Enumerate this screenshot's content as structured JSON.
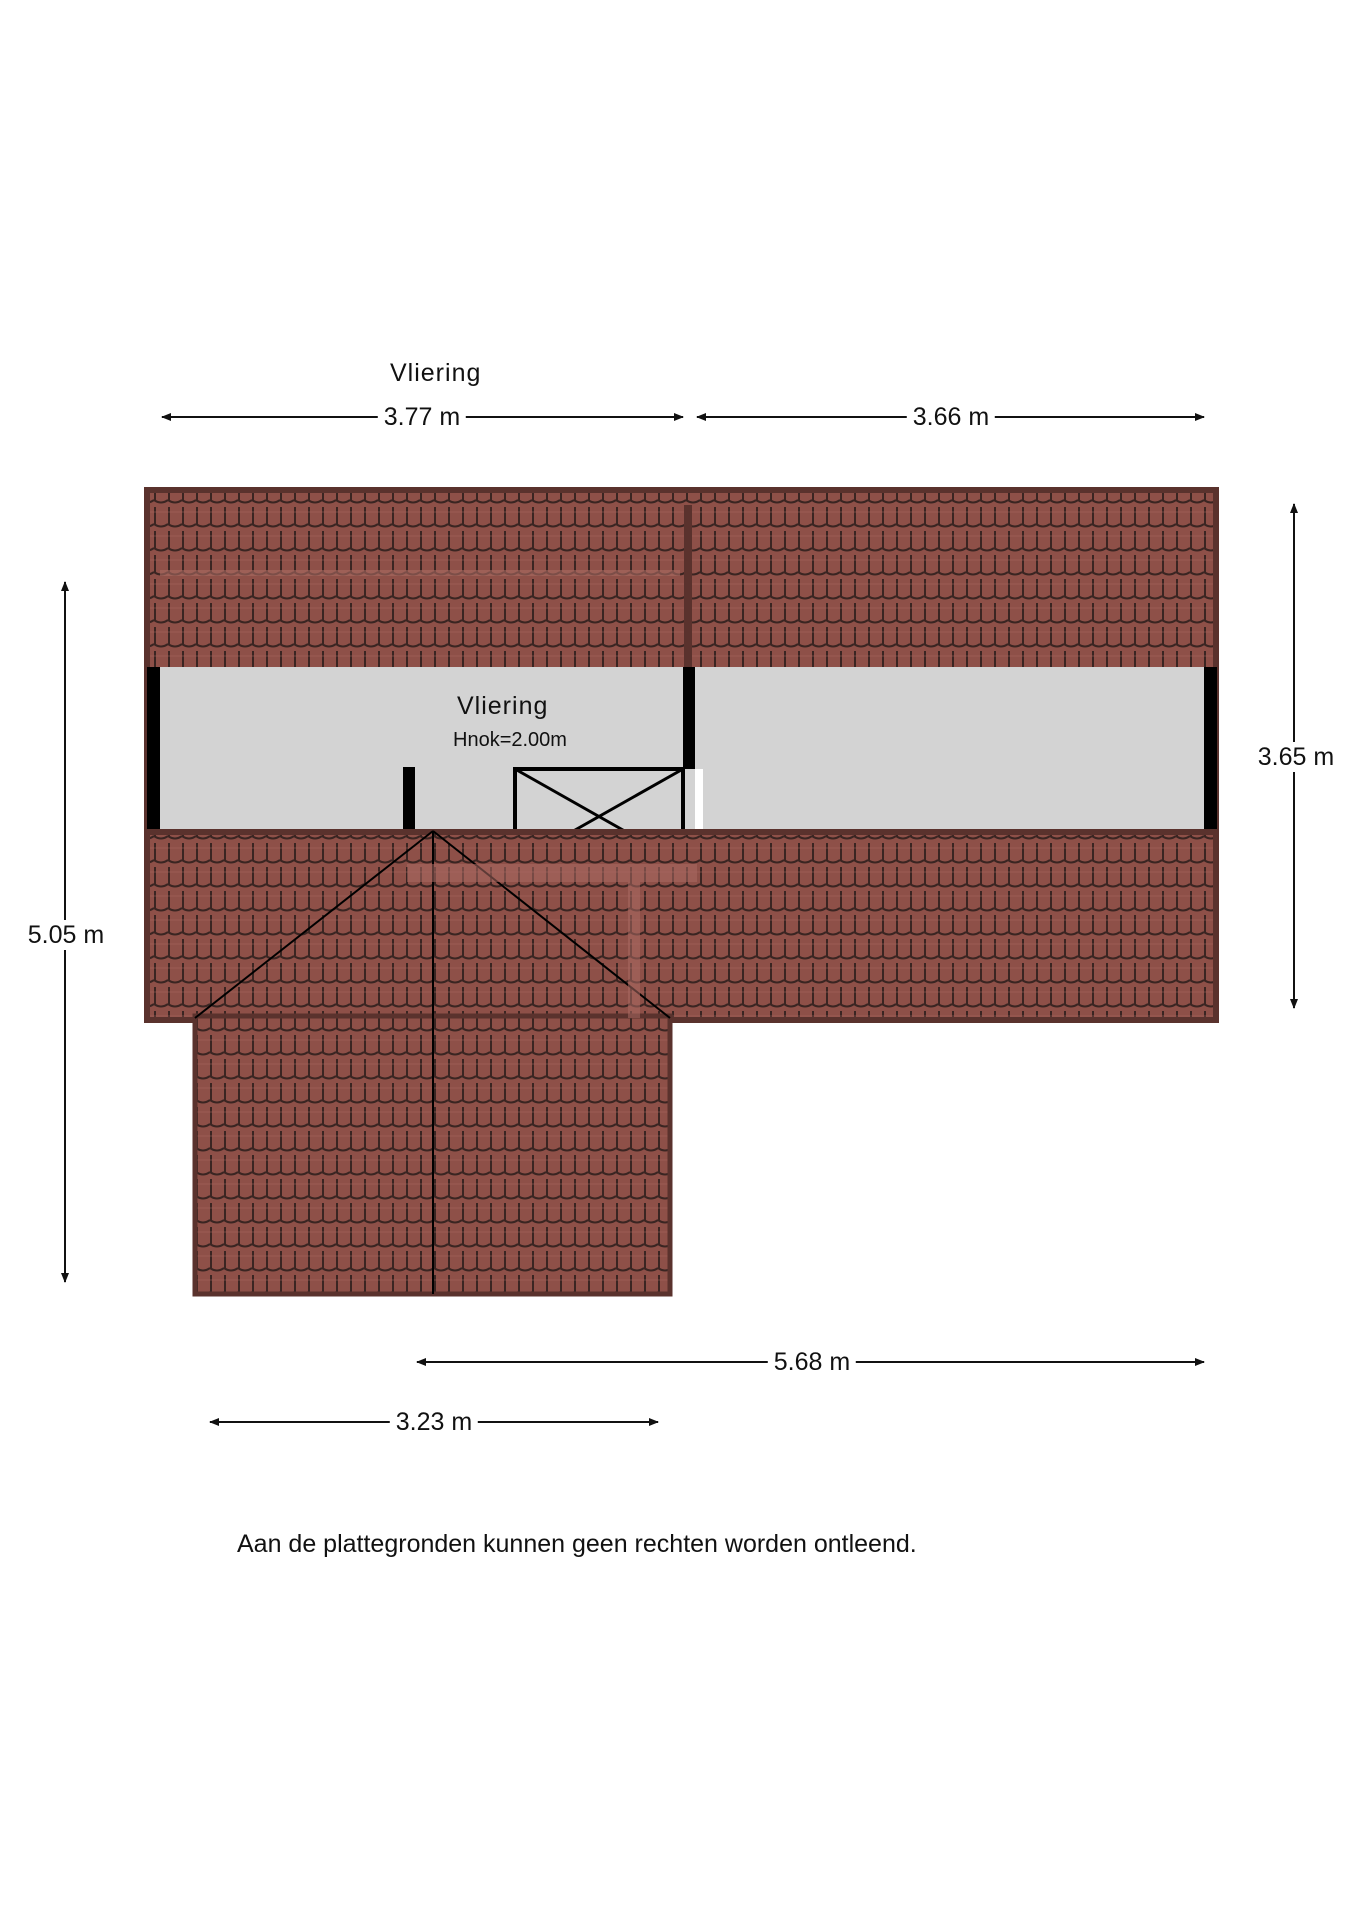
{
  "title": "Vliering",
  "room": {
    "name": "Vliering",
    "ridge_height": "Hnok=2.00m"
  },
  "dimensions": {
    "top_left": "3.77 m",
    "top_right": "3.66 m",
    "right": "3.65 m",
    "left": "5.05 m",
    "bottom_wide": "5.68 m",
    "bottom_narrow": "3.23 m"
  },
  "disclaimer": "Aan de plattegronden kunnen geen rechten worden ontleend.",
  "colors": {
    "roof": "#8e5048",
    "tile_line": "#3a2522",
    "floor": "#d3d3d3",
    "wall": "#000000"
  }
}
